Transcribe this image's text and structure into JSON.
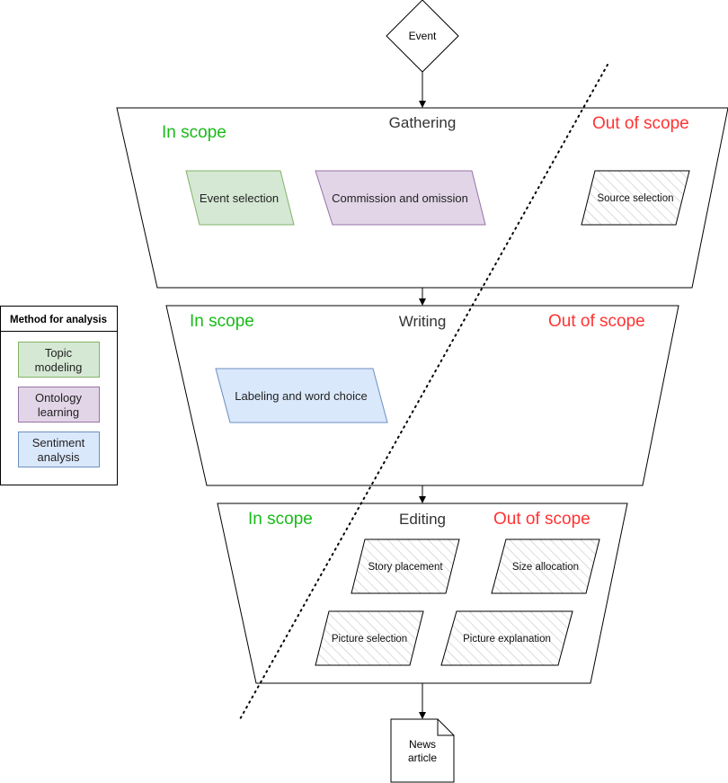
{
  "colors": {
    "in_scope": "#1aba1a",
    "out_of_scope": "#ff3333",
    "topic_fill": "#d5e8d4",
    "topic_stroke": "#82b366",
    "ontology_fill": "#e1d5e7",
    "ontology_stroke": "#9673a6",
    "sentiment_fill": "#dae8fc",
    "sentiment_stroke": "#6c8ebf",
    "hatch": "#bbbbbb"
  },
  "start": {
    "label": "Event"
  },
  "end": {
    "line1": "News",
    "line2": "article"
  },
  "stages": {
    "gathering": {
      "title": "Gathering",
      "in_scope": "In scope",
      "out_of_scope": "Out of scope",
      "items": {
        "event_selection": "Event selection",
        "commission": "Commission and omission",
        "source_selection": "Source selection"
      }
    },
    "writing": {
      "title": "Writing",
      "in_scope": "In scope",
      "out_of_scope": "Out of scope",
      "items": {
        "labeling": "Labeling and word choice"
      }
    },
    "editing": {
      "title": "Editing",
      "in_scope": "In scope",
      "out_of_scope": "Out of scope",
      "items": {
        "story_placement": "Story placement",
        "size_allocation": "Size allocation",
        "picture_selection": "Picture selection",
        "picture_explanation": "Picture explanation"
      }
    }
  },
  "legend": {
    "title": "Method for analysis",
    "topic": [
      "Topic",
      "modeling"
    ],
    "ontology": [
      "Ontology",
      "learning"
    ],
    "sentiment": [
      "Sentiment",
      "analysis"
    ]
  }
}
